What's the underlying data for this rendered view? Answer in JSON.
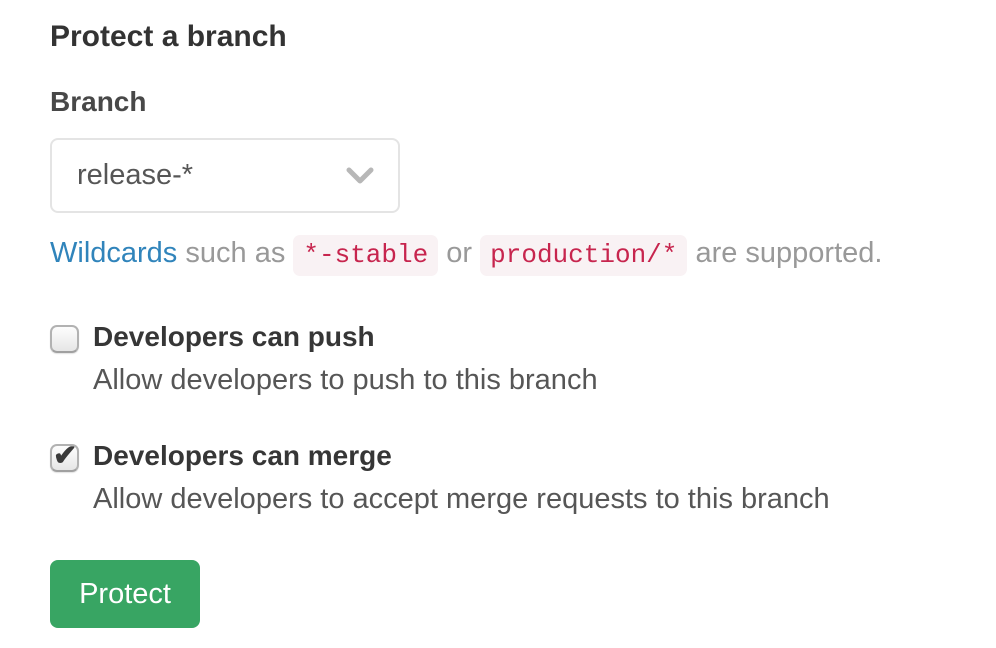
{
  "form": {
    "title": "Protect a branch",
    "branch": {
      "label": "Branch",
      "selected_value": "release-*"
    },
    "help": {
      "link_text": "Wildcards",
      "text_such_as": "such as",
      "code_example_1": "*-stable",
      "text_or": "or",
      "code_example_2": "production/*",
      "text_supported": "are supported."
    },
    "options": [
      {
        "label": "Developers can push",
        "description": "Allow developers to push to this branch",
        "checked": false
      },
      {
        "label": "Developers can merge",
        "description": "Allow developers to accept merge requests to this branch",
        "checked": true
      }
    ],
    "submit_label": "Protect"
  },
  "colors": {
    "button_green": "#38a563",
    "link_blue": "#3084bb",
    "code_red": "#c7254e",
    "code_background": "#f9f2f4",
    "heading_text": "#333333",
    "muted_text": "#999999"
  }
}
